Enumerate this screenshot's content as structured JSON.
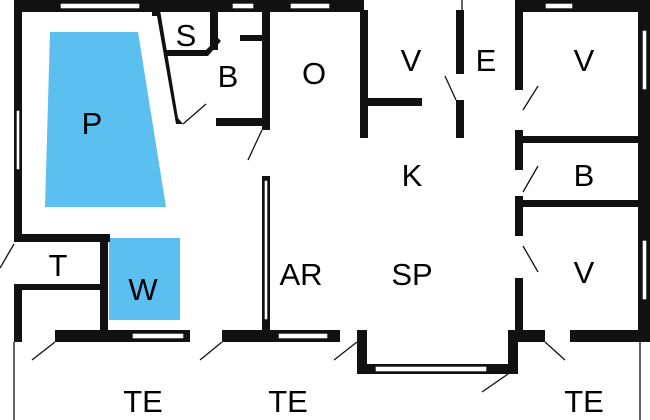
{
  "floor_plan": {
    "rooms": {
      "pool": "P",
      "sauna": "S",
      "bath_pool": "B",
      "utility": "O",
      "bedroom_1": "V",
      "entrance": "E",
      "bedroom_2": "V",
      "kitchen": "K",
      "bath_2": "B",
      "technical": "T",
      "spa": "W",
      "living": "AR",
      "dining": "SP",
      "bedroom_3": "V",
      "terrace_1": "TE",
      "terrace_2": "TE",
      "terrace_3": "TE"
    },
    "colors": {
      "water": "#5BC0F0",
      "wall": "#111111",
      "floor": "#ffffff"
    }
  }
}
